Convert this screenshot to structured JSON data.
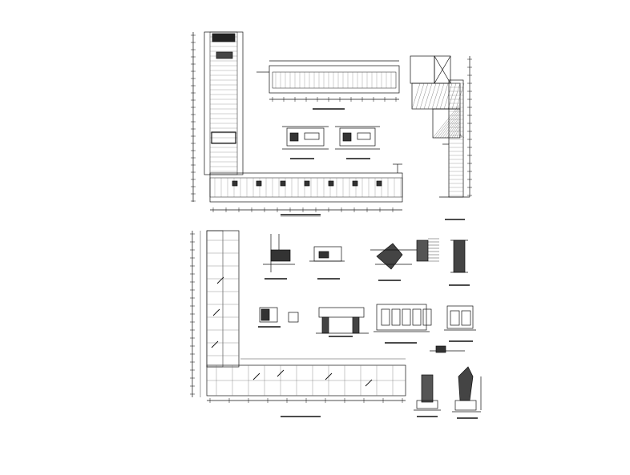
{
  "drawing": {
    "background": "#ffffff",
    "line_color": "#111111",
    "fill_dark": "#222222",
    "hatch_color": "#555555",
    "paving_color": "#777777",
    "views": [
      {
        "id": "upper-l-paving-plan",
        "kind": "L-shaped paving plan with dimension chains"
      },
      {
        "id": "upper-strip-elevation",
        "kind": "paving strip elevation"
      },
      {
        "id": "upper-detail-a",
        "kind": "small section detail"
      },
      {
        "id": "upper-detail-b",
        "kind": "small section detail"
      },
      {
        "id": "corner-paving-plan",
        "kind": "corner paving plan with hatched planter"
      },
      {
        "id": "lower-l-paving-plan",
        "kind": "L-shaped paving grid plan"
      },
      {
        "id": "section-details-row",
        "kind": "construction section details"
      },
      {
        "id": "bench-elevations",
        "kind": "bench / seat elevations"
      },
      {
        "id": "lamp-details",
        "kind": "lamp post elevation details"
      }
    ]
  }
}
